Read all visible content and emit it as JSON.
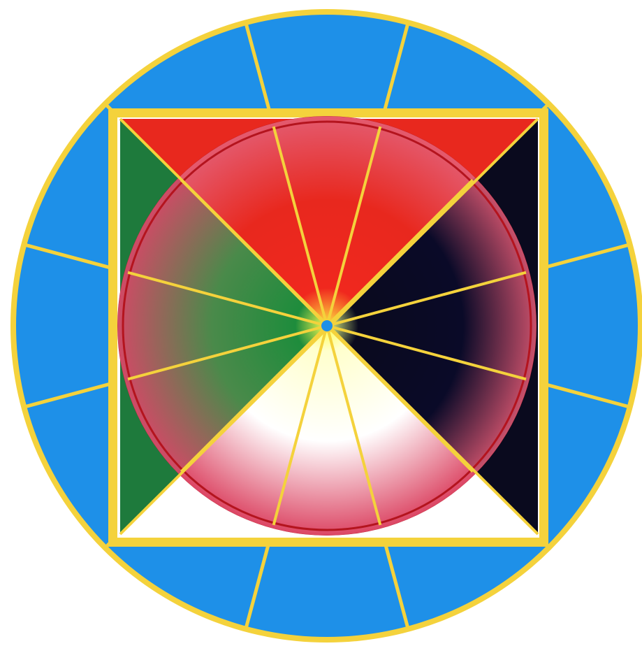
{
  "diagram": {
    "colors": {
      "background": "#ffffff",
      "outer_ring": "#1e90e8",
      "gold": "#f4d23c",
      "square_fill": "#ffffff",
      "triangle_top": "#e8281e",
      "triangle_left": "#1e7a3c",
      "triangle_right": "#0a0a1e",
      "triangle_bottom": "#ffffff",
      "circle_base": "#dc4664",
      "circle_outline": "#b4141e",
      "center_dot": "#1e90e8"
    },
    "ray_count": 12,
    "quadrants": [
      "top",
      "right",
      "bottom",
      "left"
    ]
  }
}
